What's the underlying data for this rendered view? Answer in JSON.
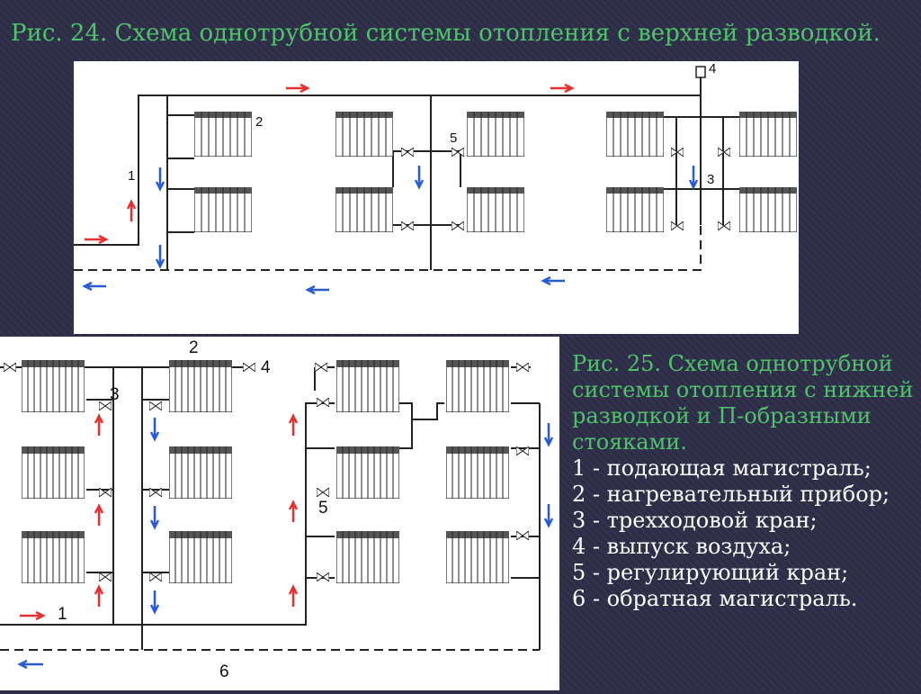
{
  "slide": {
    "title": "Рис. 24. Схема однотрубной системы отопления с верхней разводкой."
  },
  "fig24": {
    "labels": [
      "1",
      "2",
      "3",
      "4",
      "5"
    ]
  },
  "fig25": {
    "labels": [
      "1",
      "2",
      "3",
      "4",
      "5",
      "6"
    ],
    "caption_title": "Рис. 25. Схема однотрубной системы отопления с нижней разводкой и П-образными стояками.",
    "legend": [
      "1 - подающая магистраль;",
      "2 - нагревательный прибор;",
      "3 - трехходовой кран;",
      "4 - выпуск воздуха;",
      "5 - регулирующий кран;",
      "6 - обратная магистраль."
    ]
  },
  "colors": {
    "title": "#4fc36a",
    "supply_arrow": "#e53030",
    "return_arrow": "#2a5bd7",
    "background": "#2e2d48"
  }
}
